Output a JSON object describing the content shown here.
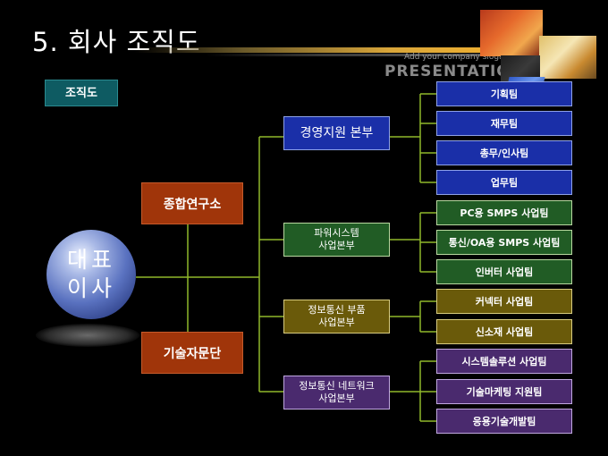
{
  "slide": {
    "title": "5. 회사 조직도",
    "slogan": "Add your company slogan",
    "presentation_word": "PRESENTATION"
  },
  "org_chart": {
    "label": "조직도",
    "ceo": {
      "line1": "대표",
      "line2": "이사"
    },
    "side_units": [
      "종합연구소",
      "기술자문단"
    ],
    "divisions": [
      {
        "line1": "경영지원 본부",
        "line2": ""
      },
      {
        "line1": "파워시스템",
        "line2": "사업본부"
      },
      {
        "line1": "정보통신 부품",
        "line2": "사업본부"
      },
      {
        "line1": "정보통신 네트워크",
        "line2": "사업본부"
      }
    ],
    "teams": [
      [
        "기획팀",
        "재무팀",
        "총무/인사팀",
        "업무팀"
      ],
      [
        "PC용 SMPS 사업팀",
        "통신/OA용 SMPS 사업팀",
        "인버터 사업팀"
      ],
      [
        "커넥터 사업팀",
        "신소재 사업팀"
      ],
      [
        "시스템솔루션 사업팀",
        "기술마케팅 지원팀",
        "응용기술개발팀"
      ]
    ]
  },
  "colors": {
    "line": "#8fb82a",
    "side_unit": "#a0350a",
    "division_1": "#1a2fa8",
    "division_2": "#215c25",
    "division_3": "#6a5a0a",
    "division_4": "#4a2a6e"
  }
}
